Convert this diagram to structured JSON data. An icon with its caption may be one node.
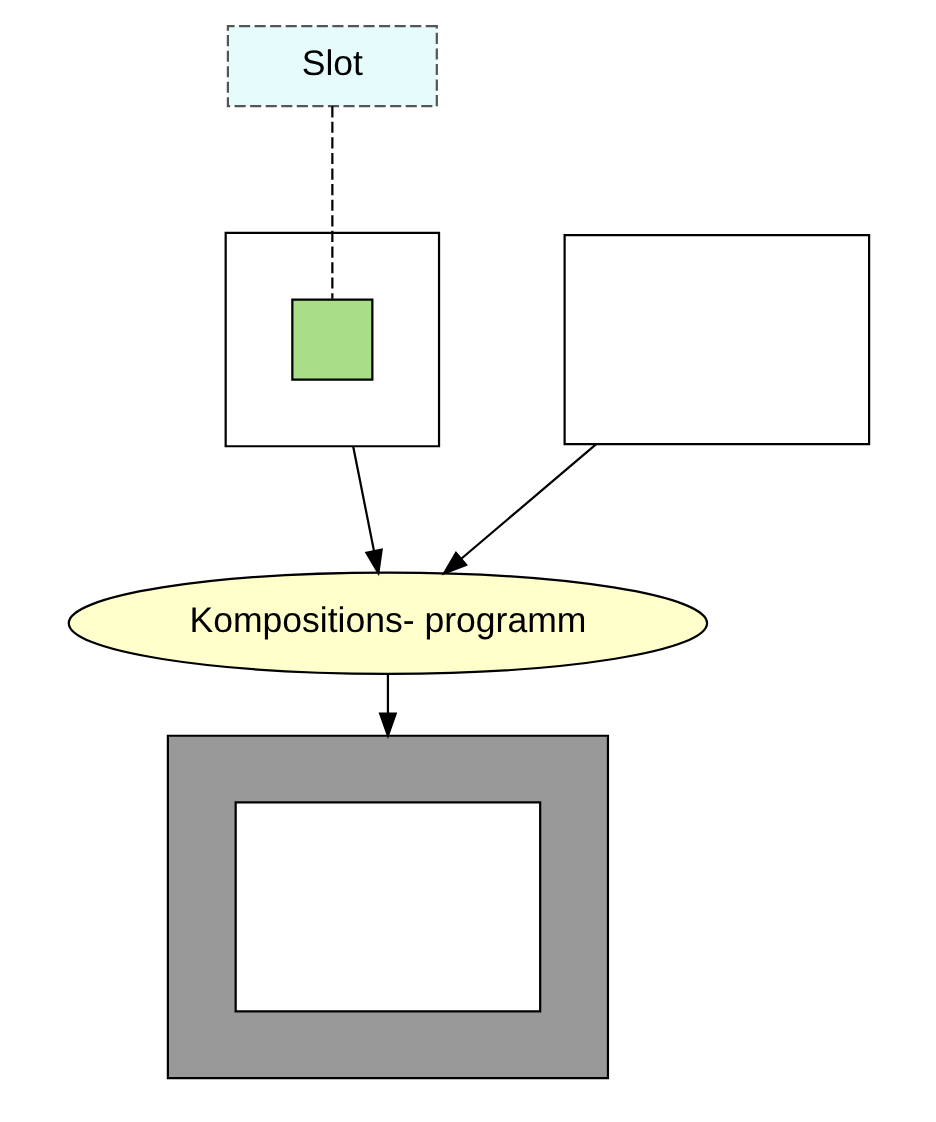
{
  "diagram": {
    "nodes": [
      {
        "text": [
          "Slot"
        ]
      },
      {
        "text": [],
        "shape": "box"
      },
      {
        "text": [],
        "shape": "box",
        "in": 1
      },
      {
        "text": [],
        "shape": "box"
      },
      {
        "text": [
          "Kompositions- programm"
        ]
      },
      {
        "text": [],
        "shape": "box"
      },
      {
        "text": [],
        "shape": "box",
        "in": 5
      }
    ],
    "edges": [
      {
        "from": 0,
        "to": 2,
        "arrow": "none",
        "style": "dashed"
      },
      {
        "from": 1,
        "to": 4,
        "arrow": "to"
      },
      {
        "from": 3,
        "to": 4,
        "arrow": "to"
      },
      {
        "from": 4,
        "to": 5,
        "arrow": "to"
      }
    ]
  }
}
